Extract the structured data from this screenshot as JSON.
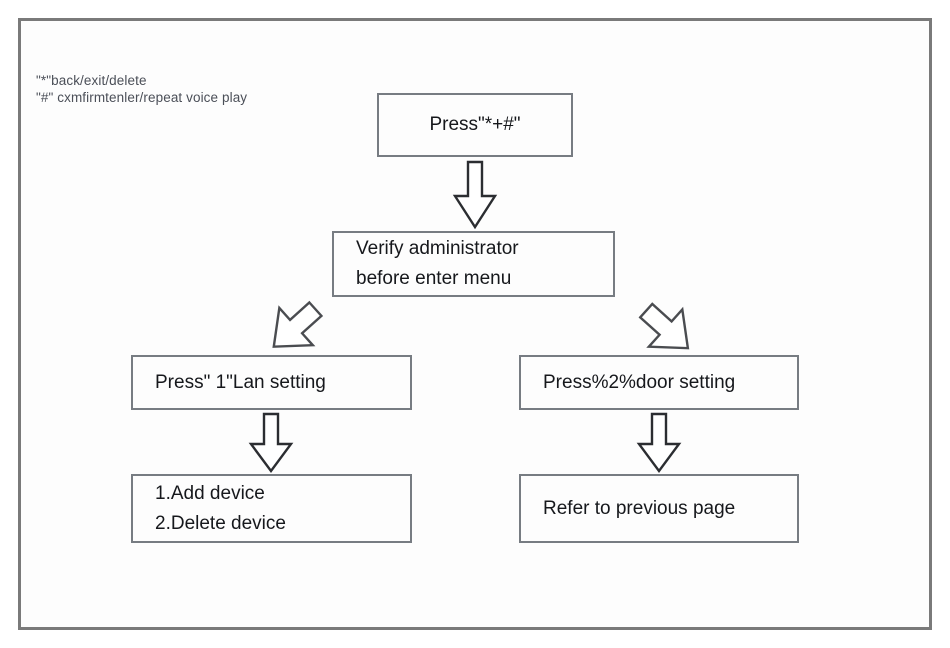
{
  "diagram": {
    "title": "Keypad administrator menu flowchart",
    "frame_color": "#7a7a7a",
    "box_border_color": "#777c82",
    "text_color": "#16181c",
    "legend_text_color": "#4b4f58",
    "legend": {
      "line1": "\"*\"back/exit/delete",
      "line2": "\"#\" cxmfirmtenler/repeat voice play"
    },
    "nodes": {
      "press_star_hash": {
        "line1": "Press\"*+#\""
      },
      "verify_admin": {
        "line1": "Verify  administrator",
        "line2": "before enter menu"
      },
      "lan_setting": {
        "line1": "Press\" 1\"Lan setting"
      },
      "door_setting": {
        "line1": "Press%2%door setting"
      },
      "device_list": {
        "line1": "1.Add device",
        "line2": "2.Delete device"
      },
      "refer_prev": {
        "line1": "Refer to previous page"
      }
    },
    "arrows": {
      "top_down": "arrow-down",
      "branch_left": "arrow-down-left",
      "branch_right": "arrow-down-right",
      "left_down": "arrow-down",
      "right_down": "arrow-down"
    }
  }
}
